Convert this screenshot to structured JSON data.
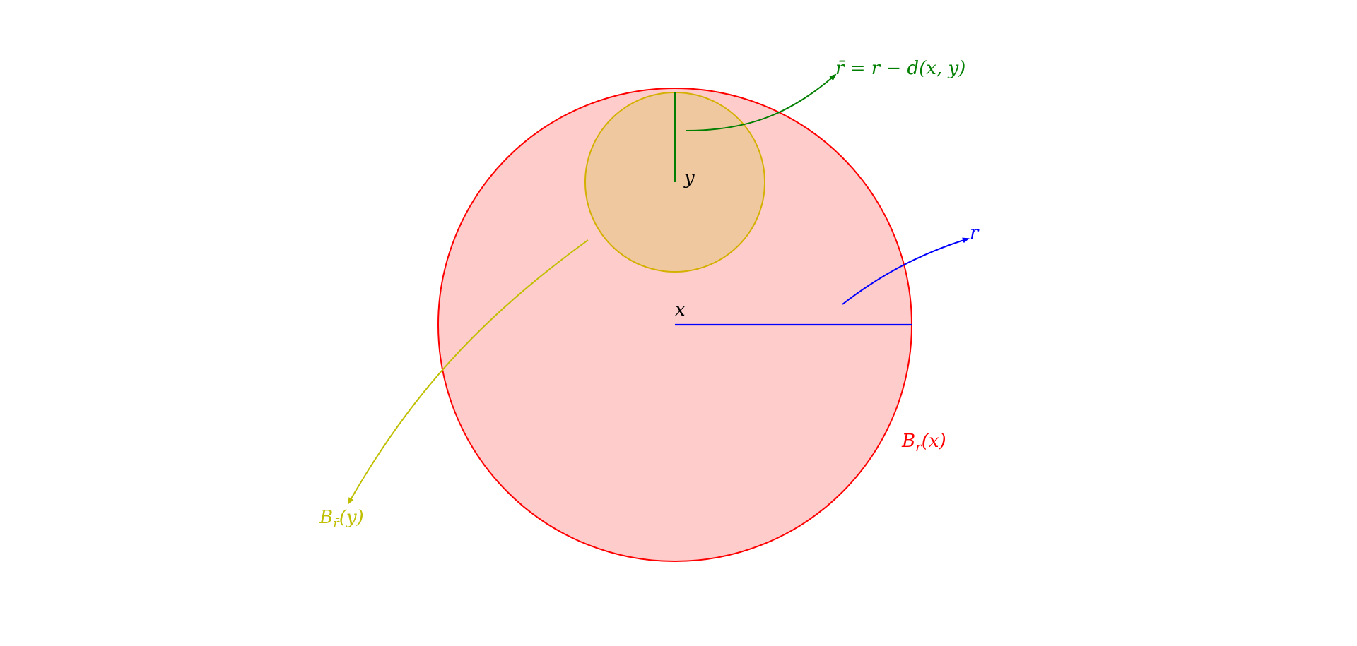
{
  "diagram": {
    "labels": {
      "rbar_eq": "r̄ = r − d(x, y)",
      "y_point": "y",
      "x_point": "x",
      "r_radius": "r",
      "big_ball": "B",
      "big_ball_sub": "r",
      "big_ball_arg": "(x)",
      "small_ball": "B",
      "small_ball_sub": "r̄",
      "small_ball_arg": "(y)"
    },
    "colors": {
      "big_ball_fill": "#ffcccc",
      "big_ball_stroke": "#ff0000",
      "small_ball_fill": "#f0c8a0",
      "small_ball_stroke": "#d4b000",
      "radius_r": "#0000ff",
      "radius_rbar": "#007f00",
      "small_ball_label": "#bfbf00",
      "text_default": "#000000"
    }
  }
}
